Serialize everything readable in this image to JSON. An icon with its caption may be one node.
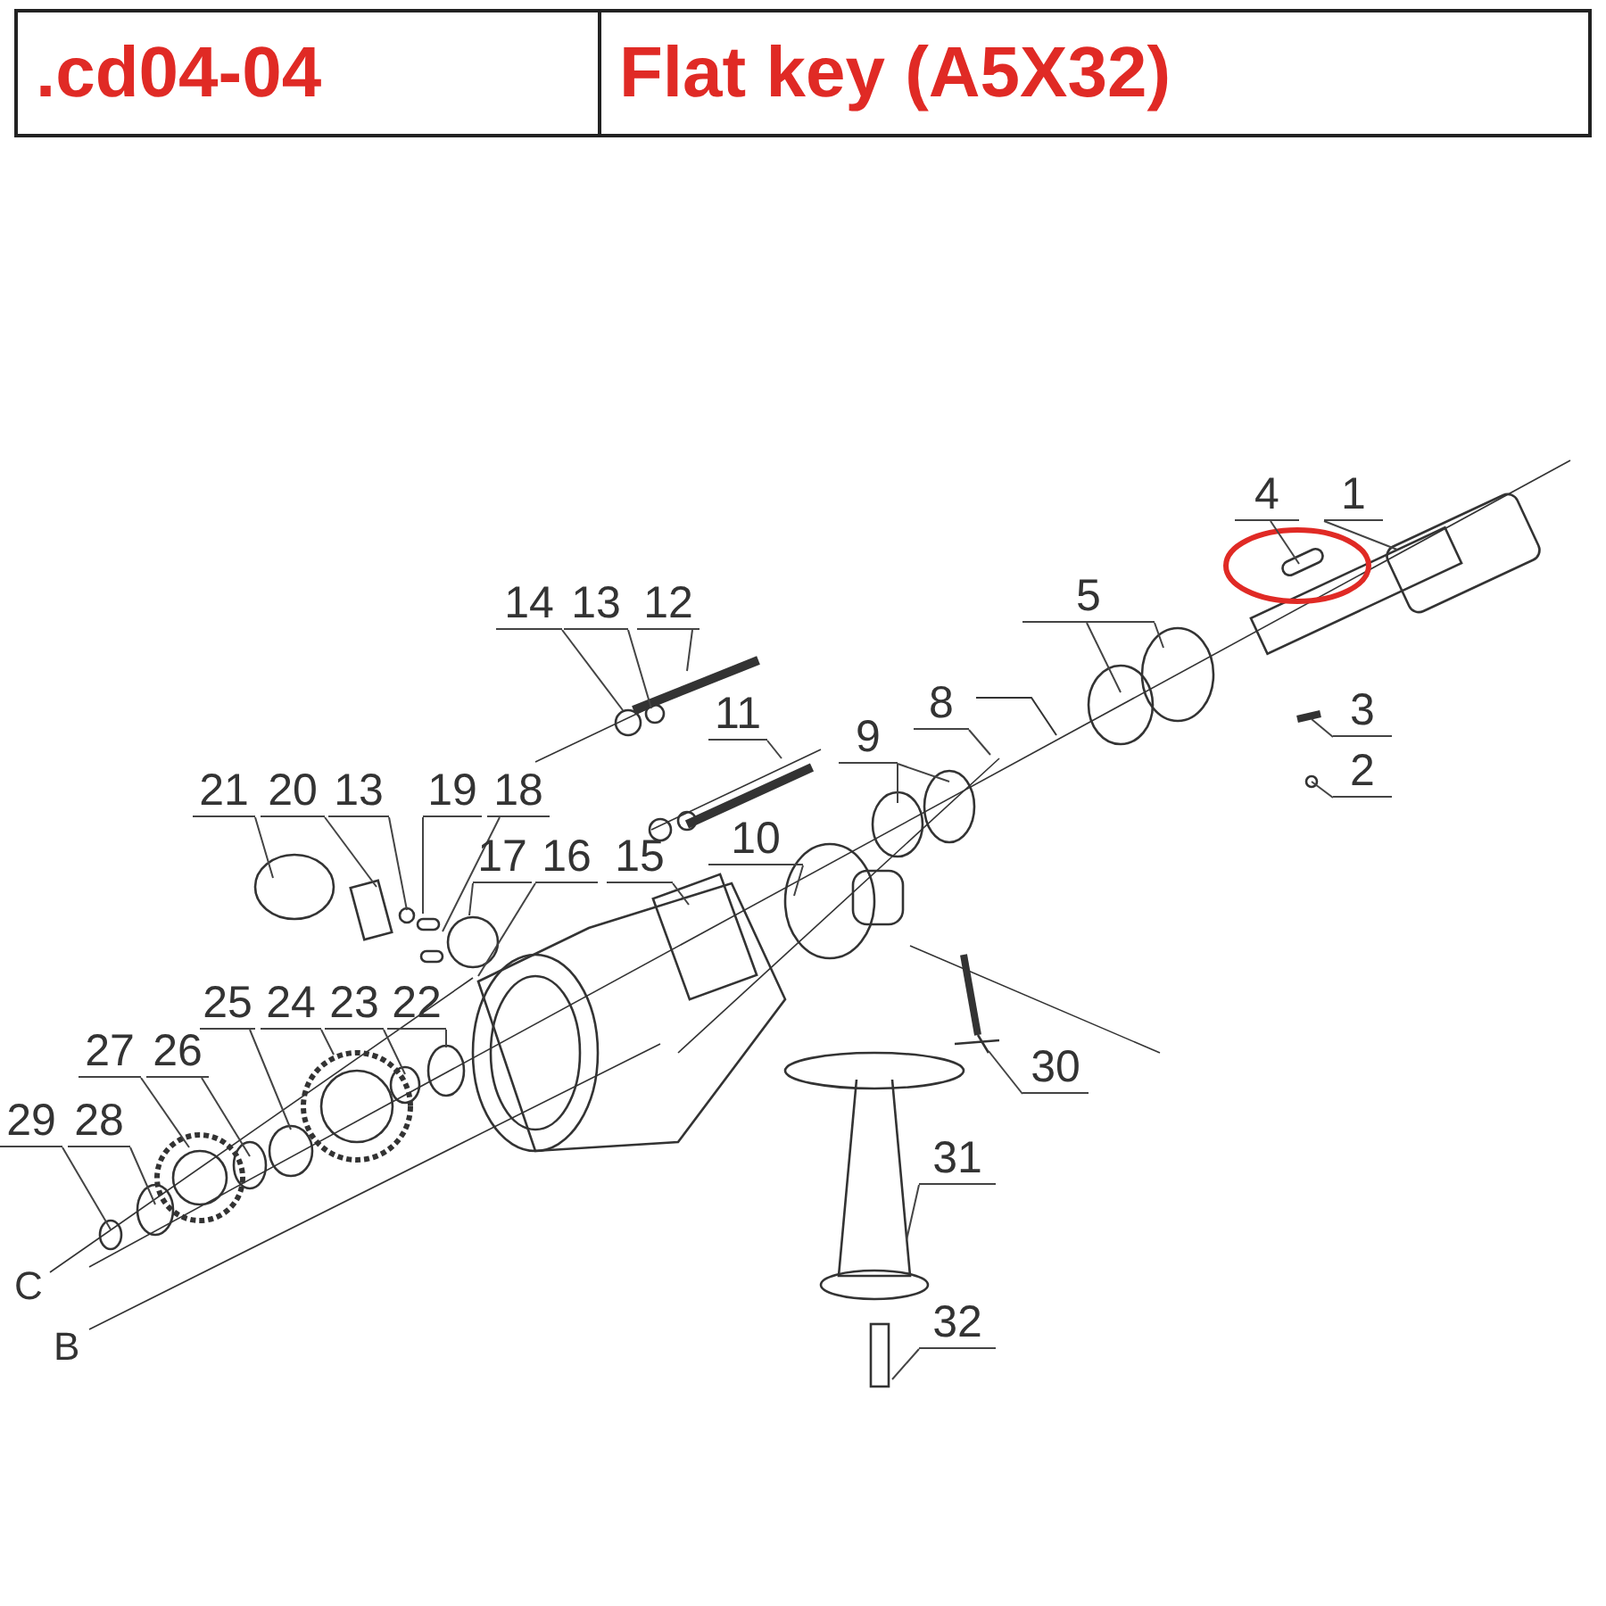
{
  "diagram": {
    "nodes": [
      {
        "text": [
          "4"
        ]
      },
      {
        "text": [
          "1"
        ]
      },
      {
        "text": [
          "5"
        ]
      },
      {
        "text": [
          "14"
        ]
      },
      {
        "text": [
          "13"
        ]
      },
      {
        "text": [
          "12"
        ]
      },
      {
        "text": [
          "8"
        ]
      },
      {
        "text": [
          "3"
        ]
      },
      {
        "text": [
          "11"
        ]
      },
      {
        "text": [
          "9"
        ]
      },
      {
        "text": [
          "2"
        ]
      },
      {
        "text": [
          "21"
        ]
      },
      {
        "text": [
          "20"
        ]
      },
      {
        "text": [
          "13"
        ]
      },
      {
        "text": [
          "19"
        ]
      },
      {
        "text": [
          "18"
        ]
      },
      {
        "text": [
          "10"
        ]
      },
      {
        "text": [
          "17"
        ]
      },
      {
        "text": [
          "16"
        ]
      },
      {
        "text": [
          "15"
        ]
      },
      {
        "text": [
          "25"
        ]
      },
      {
        "text": [
          "24"
        ]
      },
      {
        "text": [
          "23"
        ]
      },
      {
        "text": [
          "22"
        ]
      },
      {
        "text": [
          "27"
        ]
      },
      {
        "text": [
          "26"
        ]
      },
      {
        "text": [
          "30"
        ]
      },
      {
        "text": [
          "29"
        ]
      },
      {
        "text": [
          "28"
        ]
      },
      {
        "text": [
          "31"
        ]
      },
      {
        "text": [
          "32"
        ]
      }
    ],
    "edges": [
      {
        "from": 0,
        "to": null,
        "arrow": "none"
      },
      {
        "from": 1,
        "to": null,
        "arrow": "none"
      },
      {
        "from": 2,
        "to": null,
        "arrow": "none"
      },
      {
        "from": 2,
        "to": null,
        "arrow": "none"
      },
      {
        "from": 3,
        "to": null,
        "arrow": "none"
      },
      {
        "from": 4,
        "to": null,
        "arrow": "none"
      },
      {
        "from": 5,
        "to": null,
        "arrow": "none"
      },
      {
        "from": 6,
        "to": null,
        "arrow": "none"
      },
      {
        "from": 7,
        "to": null,
        "arrow": "none"
      },
      {
        "from": 8,
        "to": null,
        "arrow": "none"
      },
      {
        "from": 9,
        "to": null,
        "arrow": "none"
      },
      {
        "from": 9,
        "to": null,
        "arrow": "none"
      },
      {
        "from": 10,
        "to": null,
        "arrow": "none"
      },
      {
        "from": 11,
        "to": null,
        "arrow": "none"
      },
      {
        "from": 12,
        "to": null,
        "arrow": "none"
      },
      {
        "from": 13,
        "to": null,
        "arrow": "none"
      },
      {
        "from": 14,
        "to": null,
        "arrow": "none"
      },
      {
        "from": 15,
        "to": null,
        "arrow": "none"
      },
      {
        "from": 16,
        "to": null,
        "arrow": "none"
      },
      {
        "from": 17,
        "to": null,
        "arrow": "none"
      },
      {
        "from": 18,
        "to": null,
        "arrow": "none"
      },
      {
        "from": 19,
        "to": null,
        "arrow": "none"
      },
      {
        "from": 20,
        "to": null,
        "arrow": "none"
      },
      {
        "from": 21,
        "to": null,
        "arrow": "none"
      },
      {
        "from": 22,
        "to": null,
        "arrow": "none"
      },
      {
        "from": 23,
        "to": null,
        "arrow": "none"
      },
      {
        "from": 24,
        "to": null,
        "arrow": "none"
      },
      {
        "from": 25,
        "to": null,
        "arrow": "none"
      },
      {
        "from": 26,
        "to": null,
        "arrow": "none"
      },
      {
        "from": 27,
        "to": null,
        "arrow": "none"
      },
      {
        "from": 28,
        "to": null,
        "arrow": "none"
      },
      {
        "from": 29,
        "to": null,
        "arrow": "none"
      },
      {
        "from": 30,
        "to": null,
        "arrow": "none"
      }
    ],
    "labels": [
      ".cd04-04",
      "Flat key (A5X32)",
      "C",
      "B"
    ]
  }
}
